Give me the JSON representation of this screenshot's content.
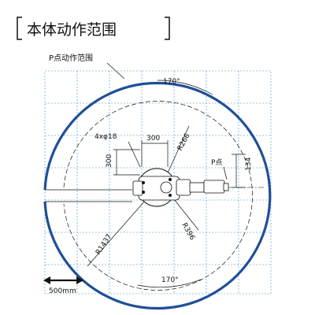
{
  "title": "本体动作范围",
  "range_label": "P点动作范围",
  "angle_top": "170°",
  "angle_bottom": "170°",
  "dim_hole": "4xφ18",
  "dim_300_h": "300",
  "dim_300_v": "300",
  "dim_r266": "R266",
  "dim_p_point": "P点",
  "dim_134": "134",
  "dim_r396": "R396",
  "dim_r1437": "R1437",
  "scale_label": "500mm",
  "colors": {
    "range_arc": "#1f4f98",
    "grid": "#3f8fc7",
    "line": "#111111"
  }
}
